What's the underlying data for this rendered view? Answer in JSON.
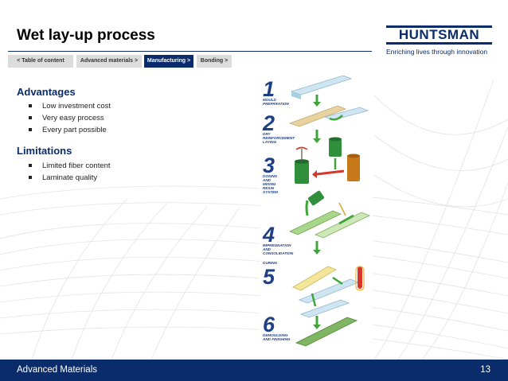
{
  "title": "Wet lay-up process",
  "nav": [
    {
      "label": "< Table of content",
      "active": false
    },
    {
      "label": "Advanced materials >",
      "active": false
    },
    {
      "label": "Manufacturing >",
      "active": true
    },
    {
      "label": "Bonding >",
      "active": false
    }
  ],
  "logo": {
    "name": "HUNTSMAN",
    "tagline": "Enriching lives through innovation"
  },
  "advantages": {
    "heading": "Advantages",
    "items": [
      "Low investment cost",
      "Very easy process",
      "Every part possible"
    ]
  },
  "limitations": {
    "heading": "Limitations",
    "items": [
      "Limited fiber content",
      "Laminate quality"
    ]
  },
  "diagram": {
    "steps": [
      {
        "number": "1",
        "label_lines": [
          "MOULD",
          "PREPARATION"
        ]
      },
      {
        "number": "2",
        "label_lines": [
          "DRY",
          "REINFORCEMENT",
          "LAYING"
        ]
      },
      {
        "number": "3",
        "label_lines": [
          "DOSING",
          "AND",
          "MIXING",
          "RESIN",
          "SYSTEM"
        ]
      },
      {
        "number": "4",
        "label_lines": [
          "IMPREGNATION",
          "AND",
          "CONSOLIDATION"
        ]
      },
      {
        "number": "5",
        "label_lines": [
          "CURING"
        ]
      },
      {
        "number": "6",
        "label_lines": [
          "DEMOULDING",
          "AND FINISHING"
        ]
      }
    ],
    "colors": {
      "mould": "#cfe6f2",
      "fiber": "#e8d3a0",
      "resin_green": "#2f8f3a",
      "resin_orange": "#c87a1a",
      "arrow_green": "#3fa43a",
      "arrow_red": "#d9362a",
      "number": "#1f3f85"
    }
  },
  "footer": {
    "left": "Advanced Materials",
    "page": "13"
  }
}
